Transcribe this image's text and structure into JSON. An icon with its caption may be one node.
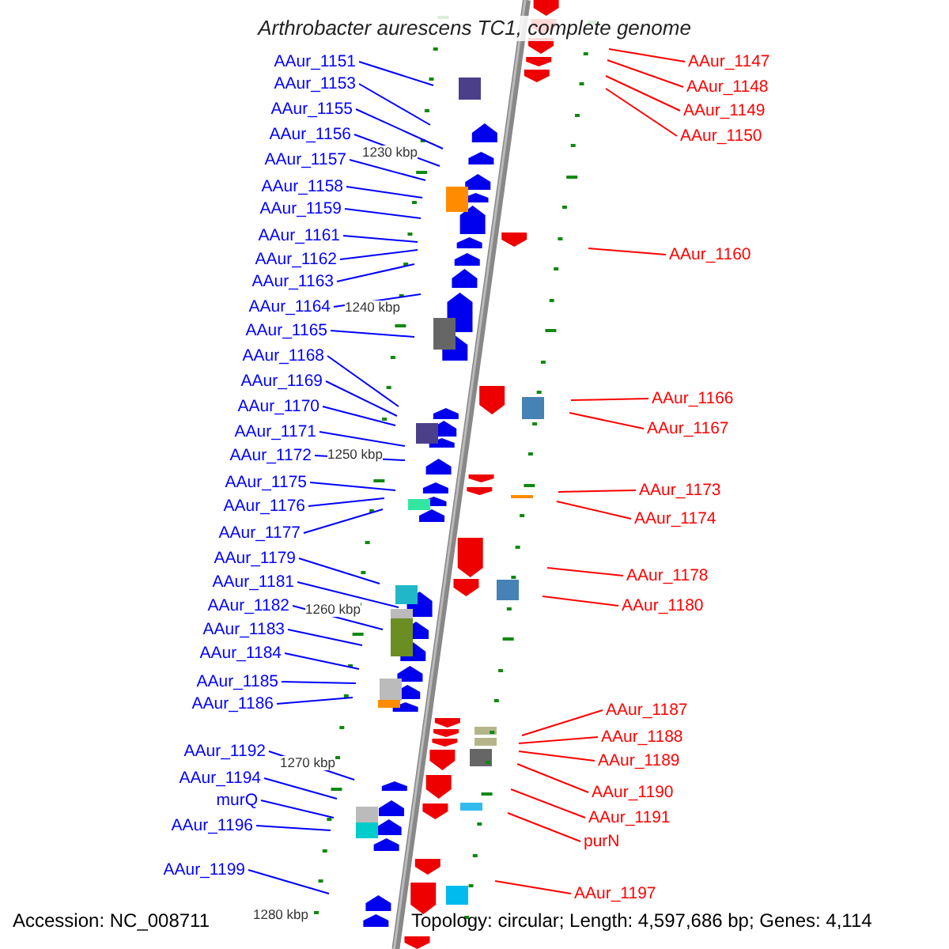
{
  "diagram": {
    "title": "Arthrobacter aurescens TC1, complete genome",
    "nodes": [
      {
        "text": [
          "AAur_1151"
        ]
      },
      {
        "text": [
          "AAur_1153"
        ]
      },
      {
        "text": [
          "AAur_1155"
        ]
      },
      {
        "text": [
          "AAur_1156"
        ]
      },
      {
        "text": [
          "AAur_1157"
        ]
      },
      {
        "text": [
          "AAur_1158"
        ]
      },
      {
        "text": [
          "AAur_1159"
        ]
      },
      {
        "text": [
          "AAur_1161"
        ]
      },
      {
        "text": [
          "AAur_1162"
        ]
      },
      {
        "text": [
          "AAur_1163"
        ]
      },
      {
        "text": [
          "AAur_1164"
        ]
      },
      {
        "text": [
          "AAur_1165"
        ]
      },
      {
        "text": [
          "AAur_1168"
        ]
      },
      {
        "text": [
          "AAur_1169"
        ]
      },
      {
        "text": [
          "AAur_1170"
        ]
      },
      {
        "text": [
          "AAur_1171"
        ]
      },
      {
        "text": [
          "AAur_1172"
        ]
      },
      {
        "text": [
          "AAur_1175"
        ]
      },
      {
        "text": [
          "AAur_1176"
        ]
      },
      {
        "text": [
          "AAur_1177"
        ]
      },
      {
        "text": [
          "AAur_1179"
        ]
      },
      {
        "text": [
          "AAur_1181"
        ]
      },
      {
        "text": [
          "AAur_1182"
        ]
      },
      {
        "text": [
          "AAur_1183"
        ]
      },
      {
        "text": [
          "AAur_1184"
        ]
      },
      {
        "text": [
          "AAur_1185"
        ]
      },
      {
        "text": [
          "AAur_1186"
        ]
      },
      {
        "text": [
          "AAur_1192"
        ]
      },
      {
        "text": [
          "AAur_1194"
        ]
      },
      {
        "text": [
          "murQ"
        ]
      },
      {
        "text": [
          "AAur_1196"
        ]
      },
      {
        "text": [
          "AAur_1199"
        ]
      },
      {
        "text": [
          "AAur_1147"
        ]
      },
      {
        "text": [
          "AAur_1148"
        ]
      },
      {
        "text": [
          "AAur_1149"
        ]
      },
      {
        "text": [
          "AAur_1150"
        ]
      },
      {
        "text": [
          "AAur_1160"
        ]
      },
      {
        "text": [
          "AAur_1166"
        ]
      },
      {
        "text": [
          "AAur_1167"
        ]
      },
      {
        "text": [
          "AAur_1173"
        ]
      },
      {
        "text": [
          "AAur_1174"
        ]
      },
      {
        "text": [
          "AAur_1178"
        ]
      },
      {
        "text": [
          "AAur_1180"
        ]
      },
      {
        "text": [
          "AAur_1187"
        ]
      },
      {
        "text": [
          "AAur_1188"
        ]
      },
      {
        "text": [
          "AAur_1189"
        ]
      },
      {
        "text": [
          "AAur_1190"
        ]
      },
      {
        "text": [
          "AAur_1191"
        ]
      },
      {
        "text": [
          "purN"
        ]
      },
      {
        "text": [
          "AAur_1197"
        ]
      }
    ],
    "edges": [
      {
        "from": 0,
        "to": null,
        "arrow": "none"
      },
      {
        "from": 1,
        "to": null,
        "arrow": "none"
      },
      {
        "from": 2,
        "to": null,
        "arrow": "none"
      },
      {
        "from": 3,
        "to": null,
        "arrow": "none"
      },
      {
        "from": 4,
        "to": null,
        "arrow": "none"
      },
      {
        "from": 5,
        "to": null,
        "arrow": "none"
      },
      {
        "from": 6,
        "to": null,
        "arrow": "none"
      },
      {
        "from": 7,
        "to": null,
        "arrow": "none"
      },
      {
        "from": 8,
        "to": null,
        "arrow": "none"
      },
      {
        "from": 9,
        "to": null,
        "arrow": "none"
      },
      {
        "from": 10,
        "to": null,
        "arrow": "none"
      },
      {
        "from": 11,
        "to": null,
        "arrow": "none"
      },
      {
        "from": 12,
        "to": null,
        "arrow": "none"
      },
      {
        "from": 13,
        "to": null,
        "arrow": "none"
      },
      {
        "from": 14,
        "to": null,
        "arrow": "none"
      },
      {
        "from": 15,
        "to": null,
        "arrow": "none"
      },
      {
        "from": 16,
        "to": null,
        "arrow": "none"
      },
      {
        "from": 17,
        "to": null,
        "arrow": "none"
      },
      {
        "from": 18,
        "to": null,
        "arrow": "none"
      },
      {
        "from": 19,
        "to": null,
        "arrow": "none"
      },
      {
        "from": 20,
        "to": null,
        "arrow": "none"
      },
      {
        "from": 21,
        "to": null,
        "arrow": "none"
      },
      {
        "from": 22,
        "to": null,
        "arrow": "none"
      },
      {
        "from": 23,
        "to": null,
        "arrow": "none"
      },
      {
        "from": 24,
        "to": null,
        "arrow": "none"
      },
      {
        "from": 25,
        "to": null,
        "arrow": "none"
      },
      {
        "from": 26,
        "to": null,
        "arrow": "none"
      },
      {
        "from": 27,
        "to": null,
        "arrow": "none"
      },
      {
        "from": 28,
        "to": null,
        "arrow": "none"
      },
      {
        "from": 29,
        "to": null,
        "arrow": "none"
      },
      {
        "from": 30,
        "to": null,
        "arrow": "none"
      },
      {
        "from": 31,
        "to": null,
        "arrow": "none"
      },
      {
        "from": 32,
        "to": null,
        "arrow": "none",
        "color": "#ff0000"
      },
      {
        "from": 33,
        "to": null,
        "arrow": "none",
        "color": "#ff0000"
      },
      {
        "from": 34,
        "to": null,
        "arrow": "none",
        "color": "#ff0000"
      },
      {
        "from": 35,
        "to": null,
        "arrow": "none",
        "color": "#ff0000"
      },
      {
        "from": 36,
        "to": null,
        "arrow": "none",
        "color": "#ff0000"
      },
      {
        "from": 37,
        "to": null,
        "arrow": "none",
        "color": "#ff0000"
      },
      {
        "from": 38,
        "to": null,
        "arrow": "none",
        "color": "#ff0000"
      },
      {
        "from": 39,
        "to": null,
        "arrow": "none",
        "color": "#ff0000"
      },
      {
        "from": 40,
        "to": null,
        "arrow": "none",
        "color": "#ff0000"
      },
      {
        "from": 41,
        "to": null,
        "arrow": "none",
        "color": "#ff0000"
      },
      {
        "from": 42,
        "to": null,
        "arrow": "none",
        "color": "#ff0000"
      },
      {
        "from": 43,
        "to": null,
        "arrow": "none",
        "color": "#ff0000"
      },
      {
        "from": 44,
        "to": null,
        "arrow": "none",
        "color": "#ff0000"
      },
      {
        "from": 45,
        "to": null,
        "arrow": "none",
        "color": "#ff0000"
      },
      {
        "from": 46,
        "to": null,
        "arrow": "none",
        "color": "#ff0000"
      },
      {
        "from": 47,
        "to": null,
        "arrow": "none",
        "color": "#ff0000"
      },
      {
        "from": 48,
        "to": null,
        "arrow": "none",
        "color": "#ff0000"
      },
      {
        "from": 49,
        "to": null,
        "arrow": "none",
        "color": "#ff0000"
      }
    ],
    "labels": [
      "1230 kbp",
      "1240 kbp",
      "1250 kbp",
      "1260 kbp",
      "1270 kbp",
      "1280 kbp",
      "Accession: NC_008711",
      "Topology: circular; Length: 4,597,686 bp; Genes: 4,114"
    ]
  }
}
